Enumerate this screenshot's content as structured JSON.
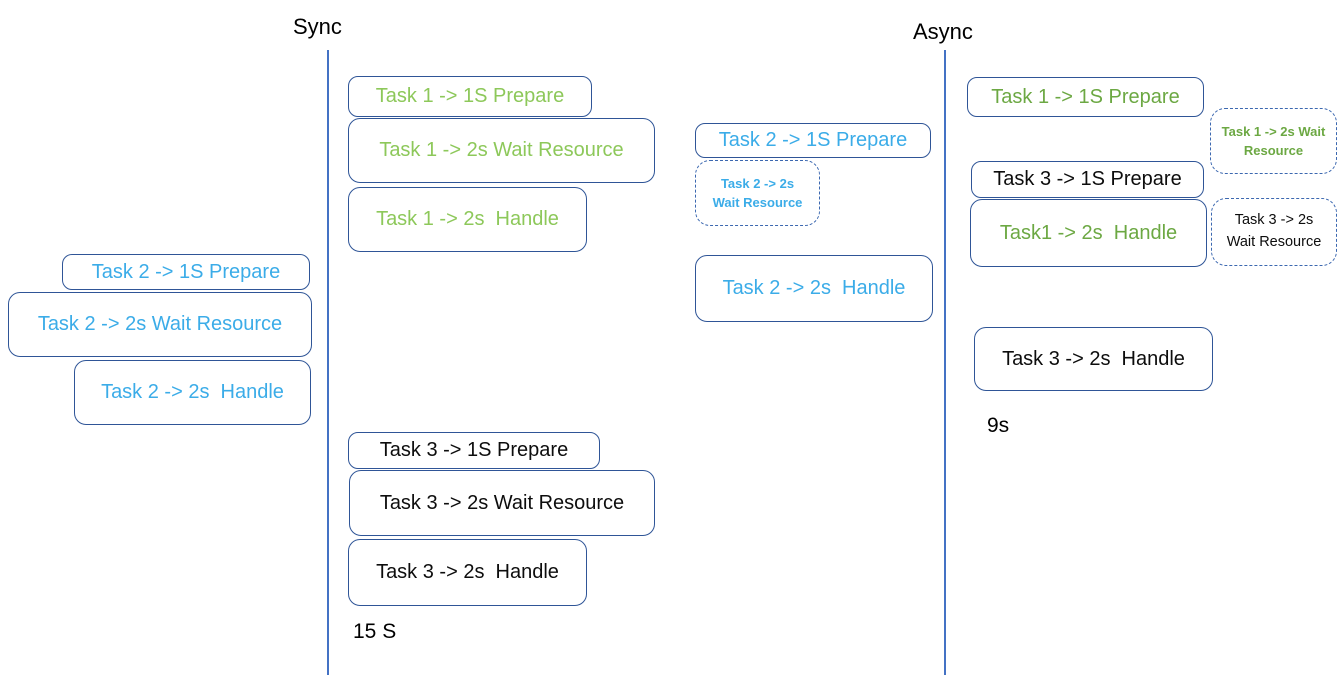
{
  "colors": {
    "sync_task_green": "#8DC85A",
    "async_task_green": "#6CA843",
    "task2_blue": "#3BACE8",
    "black_text": "#0D0D0D",
    "box_border_blue": "#2F5597",
    "dashed_border_blue": "#3C68B0",
    "timeline_blue": "#4472C4"
  },
  "sync": {
    "label": "Sync",
    "total_label": "15 S",
    "task1": {
      "prepare": "Task 1 -> 1S Prepare",
      "wait": "Task 1 -> 2s Wait Resource",
      "handle": "Task 1 -> 2s  Handle"
    },
    "task2_queued": {
      "prepare": "Task 2 -> 1S Prepare",
      "wait": "Task 2 -> 2s Wait Resource",
      "handle": "Task 2 -> 2s  Handle"
    },
    "task2_running": {
      "prepare": "Task 2 -> 1S Prepare",
      "wait": "Task 2 -> 2s Wait Resource",
      "handle": "Task 2 -> 2s  Handle"
    },
    "task3": {
      "prepare": "Task 3 -> 1S Prepare",
      "wait": "Task 3 -> 2s Wait Resource",
      "handle": "Task 3 -> 2s  Handle"
    }
  },
  "async": {
    "label": "Async",
    "total_label": "9s",
    "task1": {
      "prepare": "Task 1 -> 1S Prepare",
      "wait": "Task 1 -> 2s Wait Resource",
      "handle": "Task1 -> 2s  Handle"
    },
    "task3": {
      "prepare": "Task 3 -> 1S Prepare",
      "wait": "Task 3 -> 2s Wait Resource",
      "handle": "Task 3 -> 2s  Handle"
    }
  }
}
